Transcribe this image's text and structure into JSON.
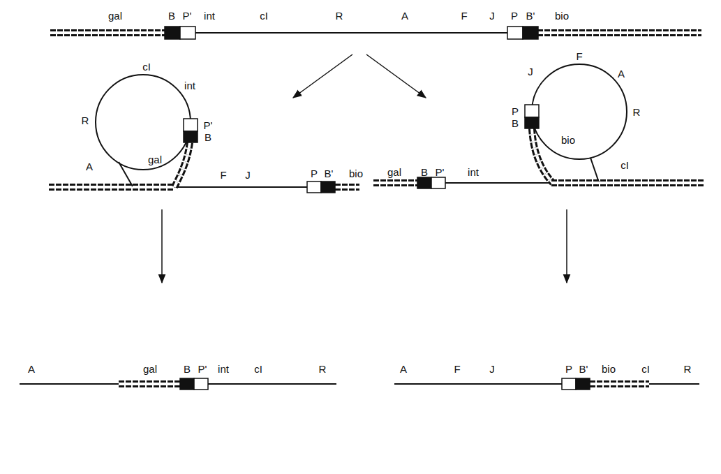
{
  "diagram": {
    "labels": [
      "gal",
      "B",
      "P'",
      "int",
      "cI",
      "R",
      "A",
      "F",
      "J",
      "P",
      "B'",
      "bio",
      "cI",
      "int",
      "R",
      "P'",
      "B",
      "A",
      "gal",
      "F",
      "J",
      "P",
      "B'",
      "bio",
      "F",
      "J",
      "A",
      "R",
      "P",
      "B",
      "bio",
      "cI",
      "gal",
      "B",
      "P'",
      "int",
      "A",
      "gal",
      "B",
      "P'",
      "int",
      "cI",
      "R",
      "A",
      "F",
      "J",
      "P",
      "B'",
      "bio",
      "cI",
      "R"
    ]
  }
}
